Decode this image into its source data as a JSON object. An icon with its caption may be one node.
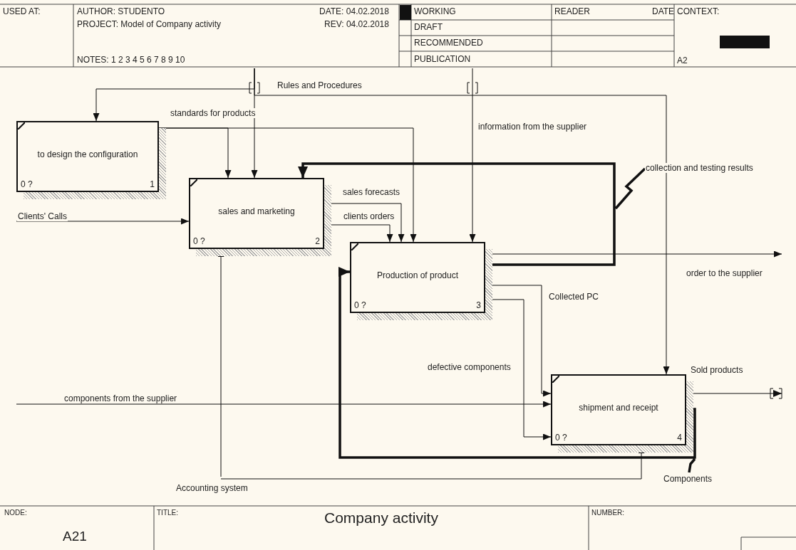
{
  "diagram": {
    "title": "Company activity",
    "nodes": [
      {
        "text": [
          "to design the configuration",
          "0 ?",
          "1"
        ]
      },
      {
        "text": [
          "sales and marketing",
          "0 ?",
          "2"
        ]
      },
      {
        "text": [
          "Production of product",
          "0 ?",
          "3"
        ]
      },
      {
        "text": [
          "shipment and receipt",
          "0 ?",
          "4"
        ]
      }
    ],
    "edges": [
      {
        "from": null,
        "to": 0,
        "arrow": "to"
      },
      {
        "from": null,
        "to": 1,
        "arrow": "to"
      },
      {
        "from": null,
        "to": 3,
        "arrow": "to",
        "label": "Rules and Procedures"
      },
      {
        "from": 0,
        "to": 1,
        "arrow": "to",
        "label": "standards for products"
      },
      {
        "from": 0,
        "to": 2,
        "arrow": "to"
      },
      {
        "from": null,
        "to": 1,
        "arrow": "to",
        "label": "Clients' Calls"
      },
      {
        "from": 1,
        "to": 2,
        "arrow": "to",
        "label": "sales forecasts"
      },
      {
        "from": 1,
        "to": 2,
        "arrow": "to",
        "label": "clients orders"
      },
      {
        "from": null,
        "to": 2,
        "arrow": "to",
        "label": "information from the supplier"
      },
      {
        "from": 2,
        "to": 1,
        "arrow": "to",
        "label": "collection and testing results",
        "style": "thick"
      },
      {
        "from": 2,
        "to": null,
        "arrow": "to",
        "label": "order to the supplier"
      },
      {
        "from": 2,
        "to": 3,
        "arrow": "to",
        "label": "Collected PC"
      },
      {
        "from": 2,
        "to": 3,
        "arrow": "to",
        "label": "defective components"
      },
      {
        "from": null,
        "to": 3,
        "arrow": "to",
        "label": "components from the supplier"
      },
      {
        "from": 3,
        "to": null,
        "arrow": "to",
        "label": "Sold products"
      },
      {
        "from": 3,
        "to": 2,
        "arrow": "to",
        "label": "Components",
        "style": "thick"
      },
      {
        "from": null,
        "to": 1,
        "arrow": "to",
        "label": "Accounting system"
      },
      {
        "from": null,
        "to": 3,
        "arrow": "to"
      }
    ],
    "labels": [
      "USED AT:",
      "AUTHOR: STUDENTO",
      "DATE: 04.02.2018",
      "WORKING",
      "READER",
      "DATE",
      "CONTEXT:",
      "PROJECT: Model of Company activity",
      "REV: 04.02.2018",
      "DRAFT",
      "RECOMMENDED",
      "NOTES: 1 2 3 4 5 6 7 8 9 10",
      "PUBLICATION",
      "A2",
      "NODE:",
      "TITLE:",
      "NUMBER:",
      "A21"
    ]
  }
}
